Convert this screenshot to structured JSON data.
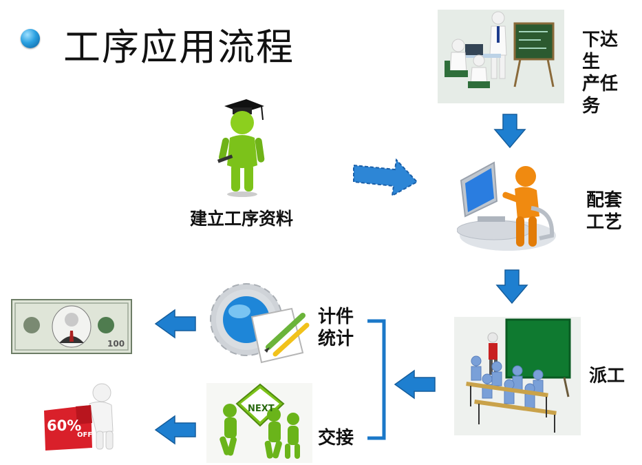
{
  "title": "工序应用流程",
  "labels": {
    "build_process": "建立工序资料",
    "issue_task": [
      "下达生",
      "产任务"
    ],
    "config_process": [
      "配套",
      "工艺"
    ],
    "dispatch": "派工",
    "piece_count": [
      "计件",
      "统计"
    ],
    "handover": "交接",
    "next_sign": "NEXT",
    "discount": "60%",
    "discount_off": "OFF",
    "banknote_value": "100"
  },
  "colors": {
    "arrow_blue": "#1e7fd0",
    "bracket_blue": "#1b78c8",
    "figure_green": "#7cc21a",
    "figure_orange": "#f08a10"
  }
}
